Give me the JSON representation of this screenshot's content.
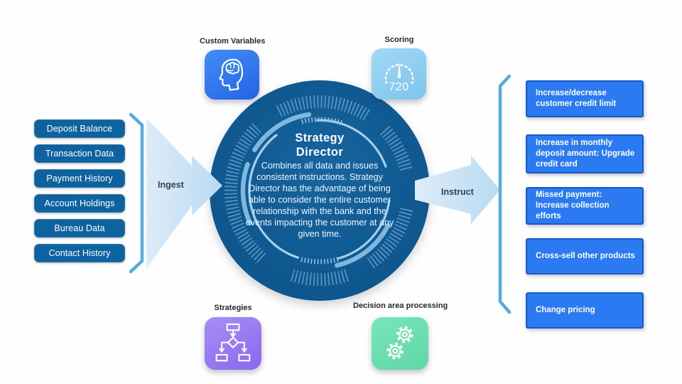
{
  "inputs": {
    "items": [
      "Deposit Balance",
      "Transaction Data",
      "Payment History",
      "Account Holdings",
      "Bureau Data",
      "Contact History"
    ]
  },
  "flows": {
    "ingest_label": "Ingest",
    "instruct_label": "Instruct"
  },
  "center": {
    "title": "Strategy Director",
    "description": "Combines all data and issues consistent instructions.  Strategy Director has the advantage of being able to consider the entire customer relationship with the bank and the events impacting the customer at any given time."
  },
  "modules": {
    "custom_variables": {
      "label": "Custom Variables",
      "icon": "brain-head-icon",
      "color": "#2f76ee"
    },
    "scoring": {
      "label": "Scoring",
      "value": "720",
      "icon": "gauge-icon",
      "color": "#89cbf0"
    },
    "strategies": {
      "label": "Strategies",
      "icon": "flowchart-icon",
      "color": "#9678f1"
    },
    "decision_processing": {
      "label": "Decision area processing",
      "icon": "gears-icon",
      "color": "#6fe0b5"
    }
  },
  "outputs": {
    "items": [
      "Increase/decrease customer credit limit",
      "Increase in monthly deposit amount: Upgrade credit card",
      "Missed payment: Increase collection efforts",
      "Cross-sell other products",
      "Change pricing"
    ]
  },
  "colors": {
    "input_box": "#0e639f",
    "circle": "#11609a",
    "dial_ticks": "#6fa6cd",
    "bracket": "#54abdf",
    "flow_arrow": "#cde4f6",
    "output_box": "#2b7af2",
    "output_box_border": "#1659c8",
    "label_text": "#26262c"
  }
}
